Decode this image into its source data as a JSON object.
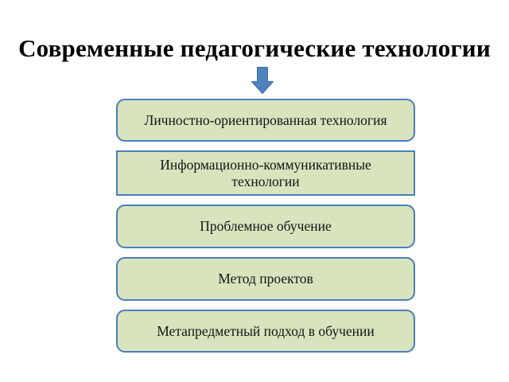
{
  "slide": {
    "title": "Современные педагогические технологии",
    "arrow": {
      "direction": "down",
      "fill": "#4f81bd",
      "stroke": "#3d6da8"
    },
    "boxes": [
      {
        "label": "Личностно-ориентированная технология"
      },
      {
        "label": "Информационно-коммуникативные технологии"
      },
      {
        "label": "Проблемное обучение"
      },
      {
        "label": "Метод проектов"
      },
      {
        "label": "Метапредметный подход в обучении"
      }
    ],
    "colors": {
      "background": "#ffffff",
      "box_fill": "#d7e4bd",
      "box_border": "#4a7ebb",
      "title_text": "#000000",
      "box_text": "#141414"
    }
  }
}
